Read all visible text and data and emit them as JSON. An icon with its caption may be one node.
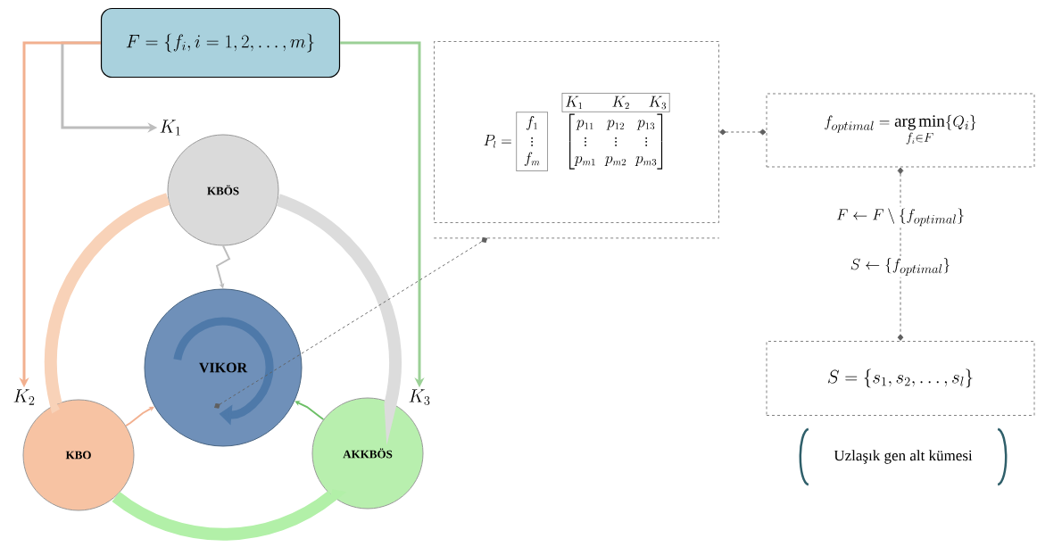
{
  "diagram": {
    "nodes": [
      {
        "text": [
          "F = \\{f_i, i = 1, 2, \\ldots, m\\}"
        ]
      },
      {
        "text": [
          "K_1"
        ]
      },
      {
        "text": [
          "KBÖS"
        ]
      },
      {
        "text": [
          "K_2"
        ]
      },
      {
        "text": [
          "KBO"
        ]
      },
      {
        "text": [
          "K_3"
        ]
      },
      {
        "text": [
          "AKKBÖS"
        ]
      },
      {
        "text": [
          "VIKOR"
        ]
      },
      {
        "text": [
          "\\begin{array}{r@{\\;}c@{\\quad}c} & & \\fbox{$K_1\\qquad K_2\\quad\\; K_3$}\\\\ P_l = & \\fbox{$\\begin{array}{c} f_1\\\\ \\vdots\\\\ f_m\\end{array}$} & \\begin{bmatrix} p_{11} & p_{12} & p_{13}\\\\ \\vdots & \\vdots & \\vdots\\\\ p_{m1} & p_{m2} & p_{m3}\\end{bmatrix}\\end{array}"
        ]
      },
      {
        "text": [
          "f_{optimal} = \\mathop{\\arg\\min}\\limits_{f_i \\in F}\\{Q_i\\}"
        ]
      },
      {
        "text": [
          "S = \\{s_1, s_2, \\ldots, s_l\\}"
        ]
      },
      {
        "text": [
          "Uzlaşık gen alt kümesi"
        ]
      }
    ],
    "edges": [
      {
        "from": 0,
        "to": 1,
        "arrow": "to",
        "color": "#bdbdbd"
      },
      {
        "from": 0,
        "to": 3,
        "arrow": "to",
        "color": "#f2b08f"
      },
      {
        "from": 0,
        "to": 5,
        "arrow": "to",
        "color": "#9bd096"
      },
      {
        "from": 2,
        "to": 4,
        "arrow": "none",
        "style": "thick",
        "color": "#f8d2b8"
      },
      {
        "from": 2,
        "to": 6,
        "arrow": "none",
        "style": "thick",
        "color": "#dcdcdc"
      },
      {
        "from": 4,
        "to": 6,
        "arrow": "none",
        "style": "thick",
        "color": "#b2f0a8"
      },
      {
        "from": 2,
        "to": 7,
        "arrow": "to",
        "color": "#bdbdbd"
      },
      {
        "from": 4,
        "to": 7,
        "arrow": "to",
        "color": "#f2b08f"
      },
      {
        "from": 6,
        "to": 7,
        "arrow": "to",
        "color": "#6cbf66"
      },
      {
        "from": 7,
        "to": 8,
        "arrow": "other",
        "style": "dashed"
      },
      {
        "from": 8,
        "to": 9,
        "arrow": "other",
        "style": "dashed"
      },
      {
        "from": 9,
        "to": 10,
        "arrow": "other",
        "style": "dashed",
        "label": "F \\leftarrow F \\setminus \\{f_{optimal}\\}"
      }
    ],
    "labels": [
      "S \\leftarrow \\{f_{optimal}\\}"
    ]
  }
}
